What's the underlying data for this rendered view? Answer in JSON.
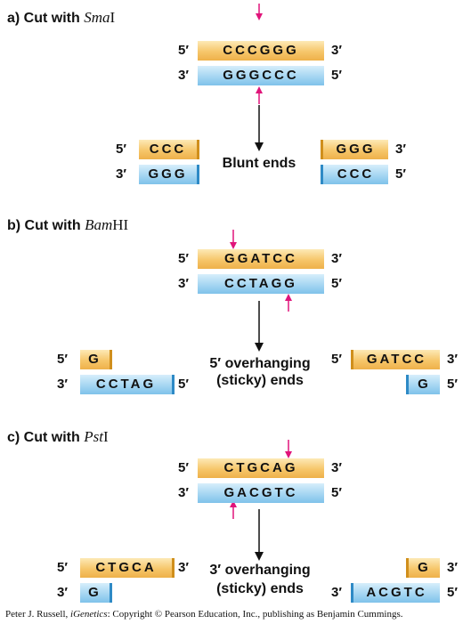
{
  "labels": {
    "five": "5′",
    "three": "3′"
  },
  "panels": [
    {
      "prefix": "a) Cut with ",
      "enzyme_italic": "Sma",
      "enzyme_suffix": "I",
      "site_top": "CCCGGG",
      "site_bottom": "GGGCCC",
      "left_top": "CCC",
      "left_bottom": "GGG",
      "right_top": "GGG",
      "right_bottom": "CCC",
      "result_line1": "Blunt ends",
      "result_line2": ""
    },
    {
      "prefix": "b) Cut with ",
      "enzyme_italic": "Bam",
      "enzyme_suffix": "HI",
      "site_top": "GGATCC",
      "site_bottom": "CCTAGG",
      "left_top": "G",
      "left_bottom": "CCTAG",
      "right_top": "GATCC",
      "right_bottom": "G",
      "result_line1": "5′ overhanging",
      "result_line2": "(sticky) ends"
    },
    {
      "prefix": "c) Cut with ",
      "enzyme_italic": "Pst",
      "enzyme_suffix": "I",
      "site_top": "CTGCAG",
      "site_bottom": "GACGTC",
      "left_top": "CTGCA",
      "left_bottom": "G",
      "right_top": "G",
      "right_bottom": "ACGTC",
      "result_line1": "3′ overhanging",
      "result_line2": "(sticky) ends"
    }
  ],
  "credit": {
    "before": "Peter J. Russell, ",
    "italic": "iGenetics",
    "after": ": Copyright © Pearson Education, Inc., publishing as Benjamin Cummings."
  },
  "colors": {
    "top_strand": "#f6c66a",
    "bottom_strand": "#a5d6f2",
    "cut_arrow": "#e0147a",
    "arrow": "#111111"
  }
}
